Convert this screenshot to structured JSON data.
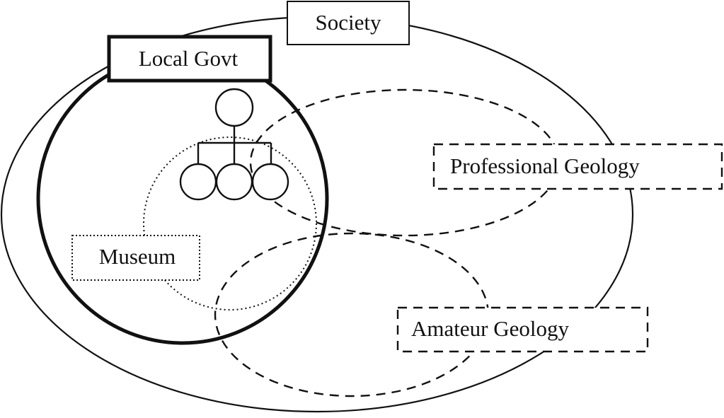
{
  "diagram": {
    "type": "nested-set-diagram",
    "line_color": "#111111",
    "background": "#ffffff",
    "nodes": [
      {
        "id": "society",
        "label": "Society",
        "boundary": "solid-thin",
        "shape": "ellipse"
      },
      {
        "id": "local_govt",
        "label": "Local Govt",
        "boundary": "solid-thick",
        "shape": "circle"
      },
      {
        "id": "museum",
        "label": "Museum",
        "boundary": "dotted",
        "shape": "circle"
      },
      {
        "id": "professional_geology",
        "label": "Professional Geology",
        "boundary": "dashed",
        "shape": "ellipse"
      },
      {
        "id": "amateur_geology",
        "label": "Amateur Geology",
        "boundary": "dashed",
        "shape": "ellipse"
      }
    ],
    "org_chart_icon": {
      "name": "hierarchy-icon",
      "top_nodes": 1,
      "child_nodes": 3
    }
  }
}
